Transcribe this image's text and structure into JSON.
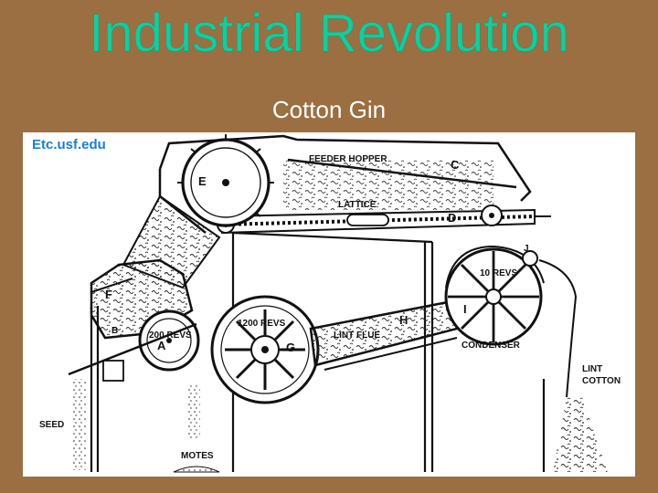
{
  "slide": {
    "title": "Industrial Revolution",
    "subtitle": "Cotton Gin",
    "credit": "Etc.usf.edu"
  },
  "diagram": {
    "labels": {
      "feeder_hopper": "FEEDER HOPPER",
      "c": "C",
      "e": "E",
      "lattice": "LATTICE",
      "d": "D",
      "j": "J",
      "f": "F",
      "b": "B",
      "a": "A",
      "revs_200": "200 REVS",
      "revs_1200": "1200 REVS",
      "g": "G",
      "lint_flue": "LINT FLUE",
      "h": "H",
      "revs_10": "10 REVS",
      "i": "I",
      "condenser": "CONDENSER",
      "lint": "LINT",
      "cotton": "COTTON",
      "seed": "SEED",
      "motes": "MOTES"
    }
  }
}
